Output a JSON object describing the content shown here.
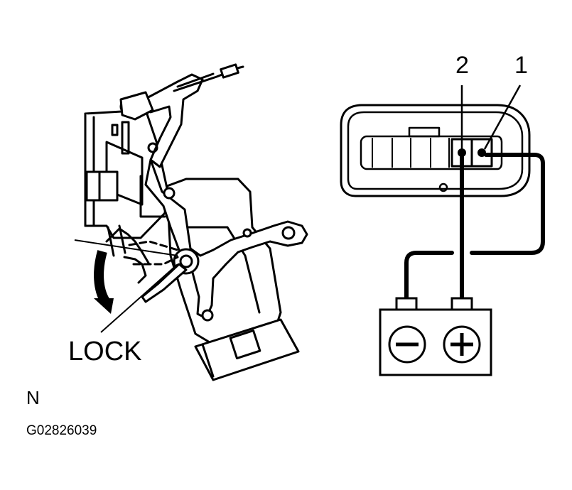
{
  "labels": {
    "lock": "LOCK",
    "n": "N",
    "figure_code": "G02826039"
  },
  "connector": {
    "pin_2": "2",
    "pin_1": "1"
  },
  "battery": {
    "negative_symbol": "minus",
    "positive_symbol": "plus"
  },
  "colors": {
    "ink": "#000000",
    "background": "#ffffff"
  }
}
